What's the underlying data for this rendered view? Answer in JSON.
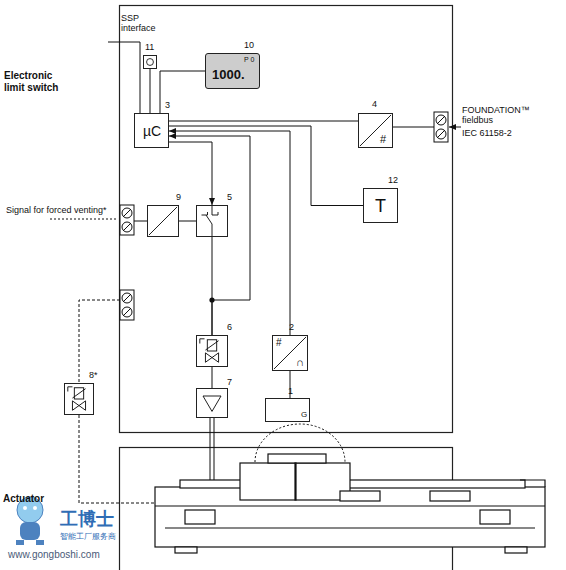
{
  "diagram": {
    "nodes": [
      {
        "text": [
          "11"
        ]
      },
      {
        "text": [
          "10",
          "P 0",
          "1000."
        ]
      },
      {
        "text": [
          "3",
          "µC"
        ]
      },
      {
        "text": [
          "4",
          "#"
        ]
      },
      {
        "text": [
          "12",
          "T"
        ]
      },
      {
        "text": [
          "9"
        ]
      },
      {
        "text": [
          "5"
        ]
      },
      {
        "text": [
          "6"
        ]
      },
      {
        "text": [
          "2",
          "#",
          "∩"
        ]
      },
      {
        "text": [
          "8*"
        ]
      },
      {
        "text": [
          "7"
        ]
      },
      {
        "text": [
          "1",
          "G"
        ]
      }
    ],
    "edges": [
      {
        "from": 2,
        "to": 3,
        "arrow": "none"
      },
      {
        "from": 2,
        "to": 6,
        "arrow": "to"
      },
      {
        "from": 7,
        "to": 2,
        "arrow": "to"
      },
      {
        "from": 8,
        "to": 2,
        "arrow": "to"
      },
      {
        "from": 4,
        "to": 2,
        "arrow": "none"
      },
      {
        "from": 5,
        "to": 6,
        "arrow": "none"
      },
      {
        "from": 6,
        "to": 7,
        "arrow": "none"
      },
      {
        "from": 7,
        "to": 10,
        "arrow": "none"
      },
      {
        "from": 11,
        "to": 8,
        "arrow": "none"
      },
      {
        "from": 0,
        "to": 2,
        "arrow": "none"
      },
      {
        "from": 1,
        "to": 2,
        "arrow": "none"
      }
    ],
    "labels": [
      "SSP interface",
      "Electronic limit switch",
      "FOUNDATION™ fieldbus",
      "IEC 61158-2",
      "Signal for forced venting*",
      "Actuator",
      "工博士",
      "智能工厂服务商",
      "www.gongboshi.com"
    ]
  }
}
